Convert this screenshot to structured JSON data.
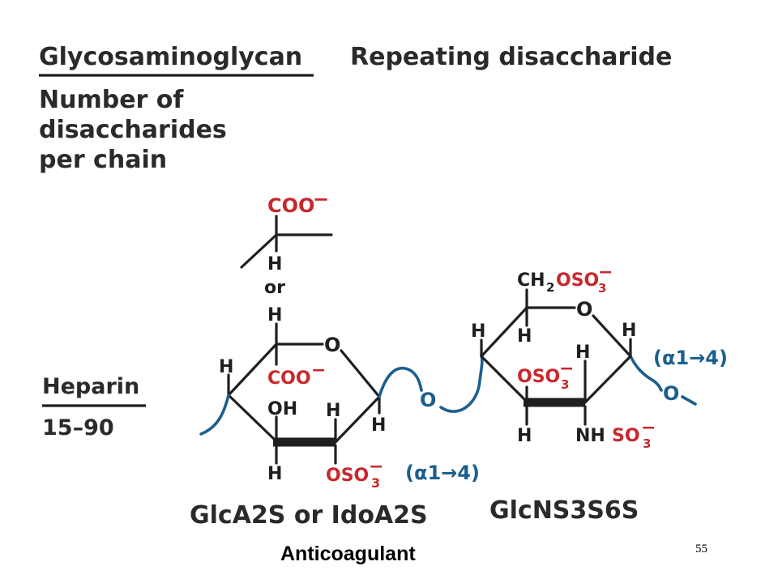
{
  "header": {
    "col1": "Glycosaminoglycan",
    "col2": "Repeating disaccharide",
    "sub1": "Number of",
    "sub2": "disaccharides",
    "sub3": "per chain"
  },
  "row": {
    "name": "Heparin",
    "range": "15–90"
  },
  "residue1": {
    "name": "GlcA2S or IdoA2S",
    "alt_group": "COO",
    "alt_h": "H",
    "or": "or",
    "ring_o": "O",
    "h_top": "H",
    "h_left": "H",
    "coo": "COO",
    "oh": "OH",
    "h_mid": "H",
    "h_right": "H",
    "h_bottom": "H",
    "oso3": "OSO",
    "sub3": "3",
    "charge": "−"
  },
  "linkage": {
    "o1": "O",
    "o2": "O",
    "bond1": "(α1→4)",
    "bond2": "(α1→4)"
  },
  "residue2": {
    "name": "GlcNS3S6S",
    "ch2": "CH",
    "ch2_sub": "2",
    "oso3_top": "OSO",
    "ring_o": "O",
    "h_left": "H",
    "h_inner": "H",
    "h_c3": "H",
    "h_right": "H",
    "oso3_mid": "OSO",
    "h_bottom": "H",
    "nh": "NH",
    "so3": "SO",
    "sub3": "3",
    "charge": "−"
  },
  "footer": {
    "label": "Anticoagulant",
    "page": "55"
  },
  "colors": {
    "text": "#2a2a2a",
    "red": "#c8282d",
    "blue": "#1b5f8e"
  }
}
